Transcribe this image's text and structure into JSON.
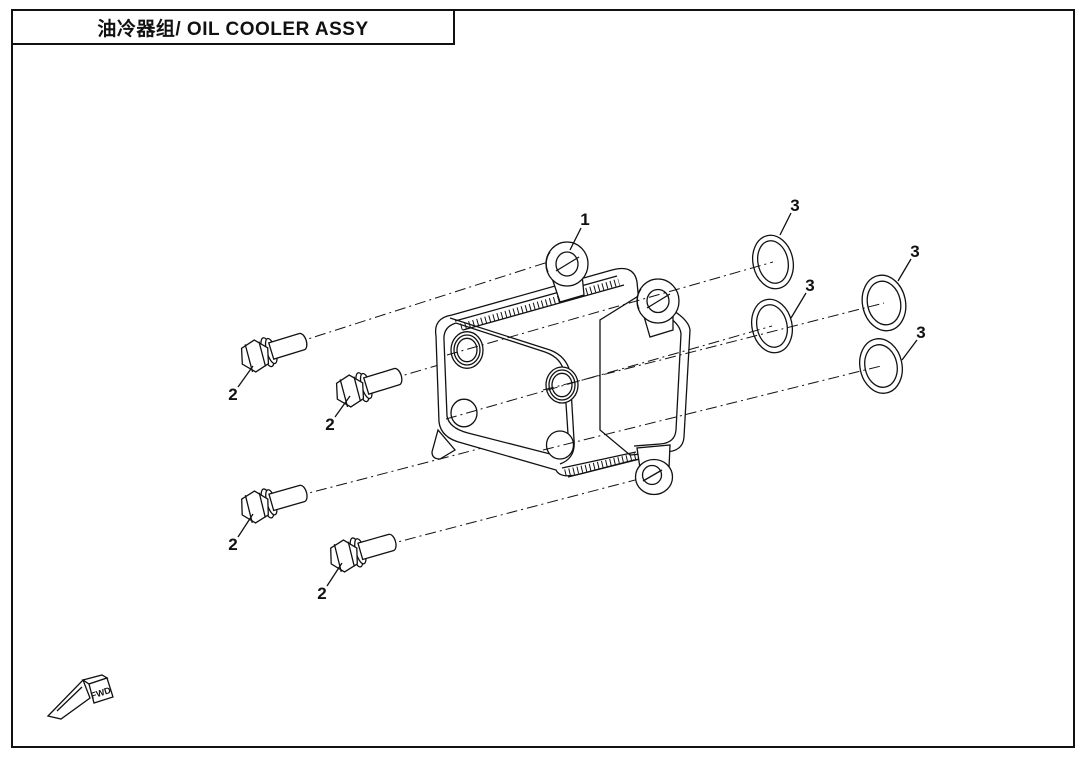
{
  "title": {
    "full": "油冷器组/ OIL COOLER ASSY",
    "zh": "油冷器组",
    "en": "OIL COOLER ASSY"
  },
  "callouts": {
    "oil_cooler": "1",
    "bolt": "2",
    "o_ring": "3"
  },
  "direction_indicator": {
    "label": "FWD"
  },
  "parts_summary": {
    "bolt_count": 4,
    "o_ring_count": 4
  },
  "colors": {
    "line": "#111111",
    "background": "#ffffff"
  }
}
